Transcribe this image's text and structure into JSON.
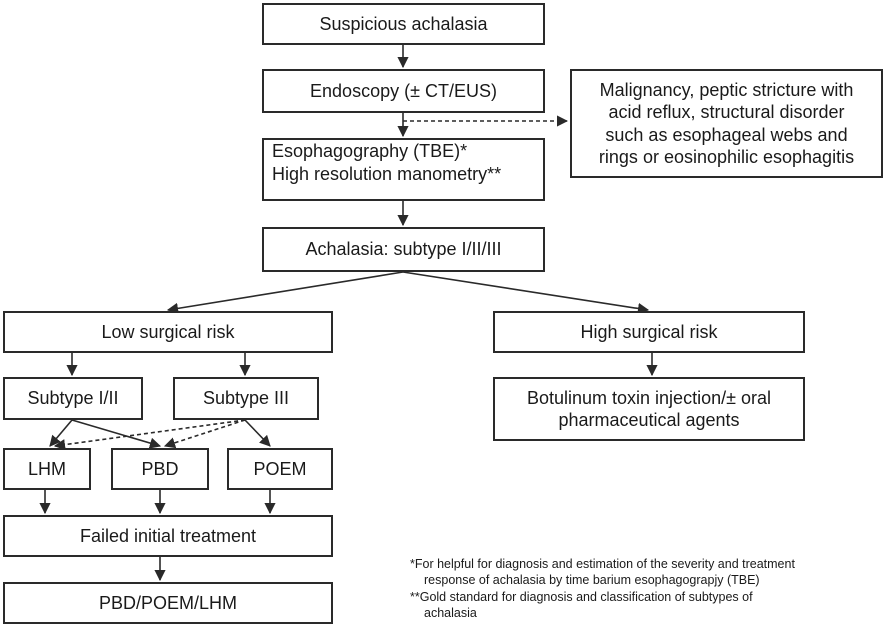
{
  "nodes": {
    "suspicious": "Suspicious achalasia",
    "endoscopy": "Endoscopy (± CT/EUS)",
    "exclusion": [
      "Malignancy, peptic stricture with",
      "acid reflux, structural disorder",
      "such as esophageal webs and",
      "rings or eosinophilic esophagitis"
    ],
    "tests": [
      "Esophagography (TBE)*",
      "High resolution manometry**"
    ],
    "achalasia": "Achalasia: subtype I/II/III",
    "low_risk": "Low surgical risk",
    "high_risk": "High surgical risk",
    "subtype_12": "Subtype I/II",
    "subtype_3": "Subtype III",
    "botulinum": [
      "Botulinum toxin injection/± oral",
      "pharmaceutical agents"
    ],
    "lhm": "LHM",
    "pbd": "PBD",
    "poem": "POEM",
    "failed": "Failed initial treatment",
    "final": "PBD/POEM/LHM"
  },
  "footnotes": {
    "note1_line1": "*For helpful for diagnosis and estimation of the severity and treatment",
    "note1_line2": "response of achalasia by time barium esophagograpjy (TBE)",
    "note2_line1": "**Gold standard for diagnosis and  classification of subtypes of",
    "note2_line2": "achalasia"
  },
  "colors": {
    "border": "#2a2a2a",
    "arrow": "#2a2a2a",
    "background": "#ffffff"
  }
}
